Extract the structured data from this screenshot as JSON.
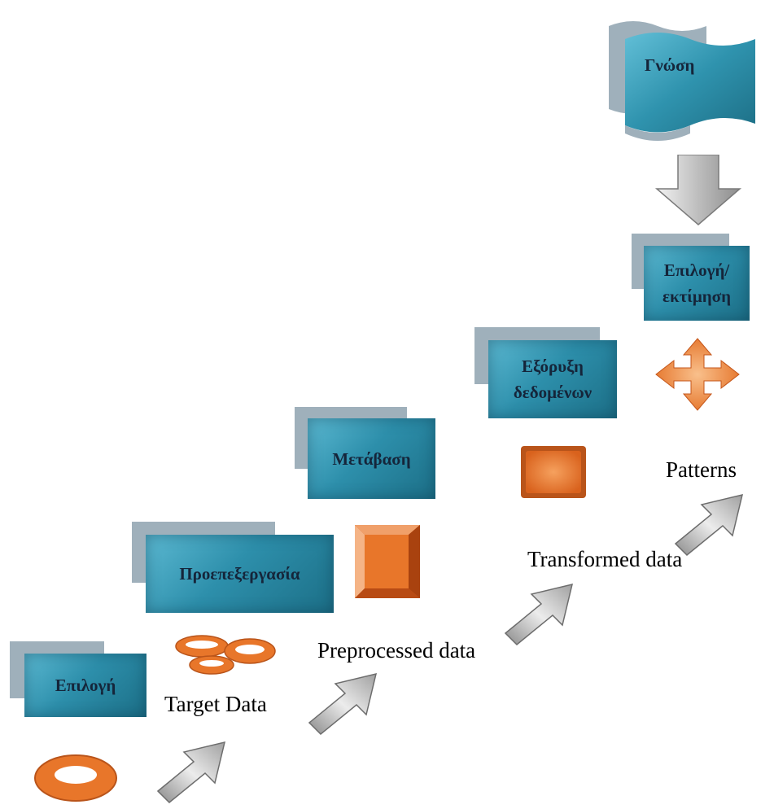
{
  "diagram": {
    "knowledge_label": "Γνώση",
    "steps": [
      {
        "id": "selection",
        "label": "Επιλογή"
      },
      {
        "id": "preprocessing",
        "label": "Προεπεξεργασία"
      },
      {
        "id": "transformation",
        "label": "Μετάβαση"
      },
      {
        "id": "data-mining",
        "label": "Εξόρυξη\nδεδομένων"
      },
      {
        "id": "evaluation",
        "label": "Επιλογή/\nεκτίμηση"
      }
    ],
    "data_labels": {
      "target": "Target Data",
      "preprocessed": "Preprocessed data",
      "transformed": "Transformed data",
      "patterns": "Patterns"
    }
  },
  "colors": {
    "box": "#2d8fab",
    "box_shadow": "#9fb0bb",
    "orange": "#e8762a",
    "arrow": "#c9c9c9"
  }
}
